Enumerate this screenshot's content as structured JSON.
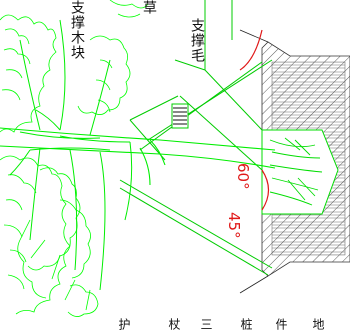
{
  "labels": {
    "trunk_support": "支撑木块",
    "grass_rope": "草",
    "bamboo_support": "支撑毛"
  },
  "angles": {
    "angle_top": "60°",
    "angle_bottom": "45°"
  },
  "bottom_labels": [
    "护",
    "杖",
    "三",
    "桩",
    "件",
    "地"
  ],
  "colors": {
    "tree": "#00ff00",
    "angle_text": "#e01818",
    "soil_hatch": "#333333"
  }
}
